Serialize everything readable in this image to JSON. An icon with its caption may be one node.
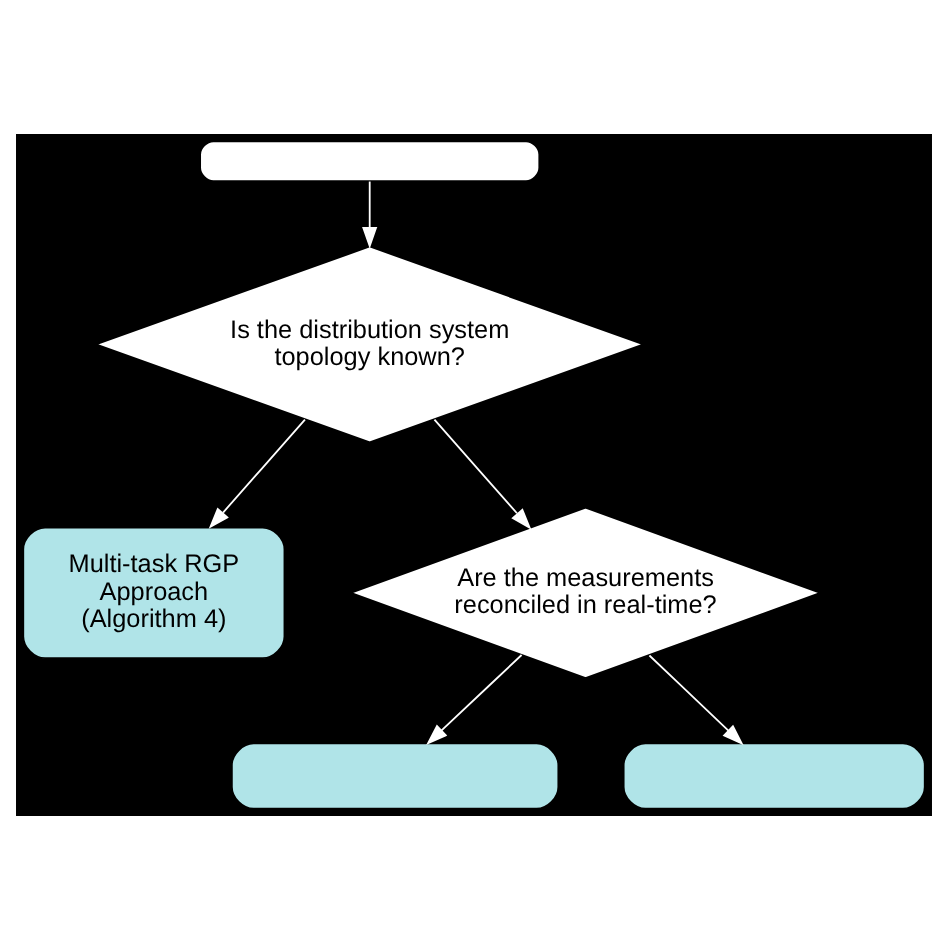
{
  "diagram": {
    "nodes": [
      {
        "text": [],
        "shape": "box"
      },
      {
        "text": [
          "Is the distribution system topology known?"
        ]
      },
      {
        "text": [
          "Multi-task RGP Approach (Algorithm 4)"
        ]
      },
      {
        "text": [
          "Are the measurements reconciled in real-time?"
        ]
      },
      {
        "text": [],
        "shape": "box"
      },
      {
        "text": [],
        "shape": "box"
      }
    ],
    "edges": [
      {
        "from": 0,
        "to": 1,
        "arrow": "to"
      },
      {
        "from": 1,
        "to": 2,
        "arrow": "to"
      },
      {
        "from": 1,
        "to": 3,
        "arrow": "to"
      },
      {
        "from": 3,
        "to": 4,
        "arrow": "to"
      },
      {
        "from": 3,
        "to": 5,
        "arrow": "to"
      }
    ]
  }
}
